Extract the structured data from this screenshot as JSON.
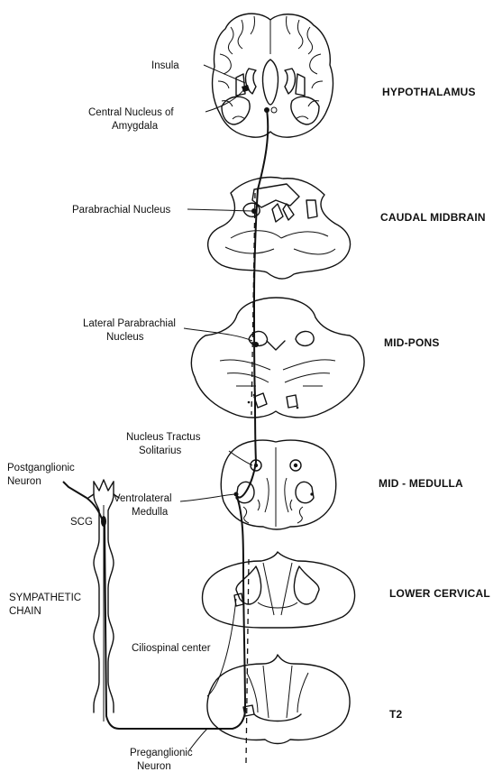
{
  "labels": {
    "insula": "Insula",
    "amygdala_1": "Central Nucleus of",
    "amygdala_2": "Amygdala",
    "parabrachial": "Parabrachial Nucleus",
    "lateral_pb_1": "Lateral Parabrachial",
    "lateral_pb_2": "Nucleus",
    "nts_1": "Nucleus Tractus",
    "nts_2": "Solitarius",
    "vlm_1": "Ventrolateral",
    "vlm_2": "Medulla",
    "postgang_1": "Postganglionic",
    "postgang_2": "Neuron",
    "scg": "SCG",
    "symp_1": "SYMPATHETIC",
    "symp_2": "CHAIN",
    "ciliospinal": "Ciliospinal center",
    "pregang_1": "Preganglionic",
    "pregang_2": "Neuron"
  },
  "levels": {
    "hypothalamus": "HYPOTHALAMUS",
    "caudal_midbrain": "CAUDAL MIDBRAIN",
    "mid_pons": "MID-PONS",
    "mid_medulla": "MID - MEDULLA",
    "lower_cervical": "LOWER CERVICAL",
    "t2": "T2"
  }
}
